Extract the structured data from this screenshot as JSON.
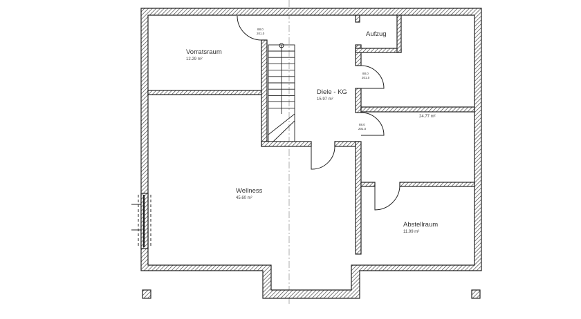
{
  "plan": {
    "rooms": [
      {
        "name": "Vorratsraum",
        "area": "12.29 m²"
      },
      {
        "name": "Diele - KG",
        "area": "15.97 m²"
      },
      {
        "name": "Aufzug",
        "area": ""
      },
      {
        "name": "",
        "area": "24.77 m²"
      },
      {
        "name": "Wellness",
        "area": "45.60 m²"
      },
      {
        "name": "Abstellraum",
        "area": "11.99 m²"
      }
    ],
    "door_label_top": "88.0",
    "door_label_bottom": "201.0",
    "colors": {
      "wall_line": "#222222",
      "background": "#ffffff"
    }
  }
}
